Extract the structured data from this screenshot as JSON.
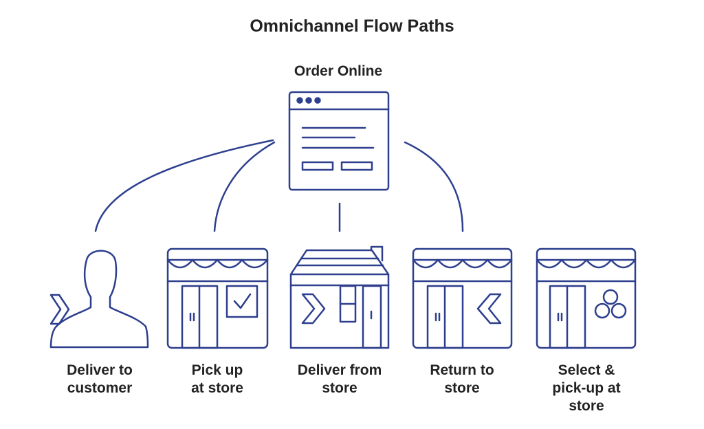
{
  "title": "Omnichannel Flow Paths",
  "source": {
    "label": "Order Online",
    "icon": "browser-window-icon"
  },
  "paths": [
    {
      "lines": [
        "Deliver to",
        "customer"
      ],
      "icon": "customer-silhouette-icon"
    },
    {
      "lines": [
        "Pick up",
        "at store"
      ],
      "icon": "storefront-checkmark-icon"
    },
    {
      "lines": [
        "Deliver from",
        "store"
      ],
      "icon": "store-building-icon"
    },
    {
      "lines": [
        "Return to",
        "store"
      ],
      "icon": "storefront-return-icon"
    },
    {
      "lines": [
        "Select &",
        "pick-up at",
        "store"
      ],
      "icon": "storefront-select-icon"
    }
  ],
  "colors": {
    "stroke": "#2d3f8e",
    "text": "#222222",
    "background": "#ffffff"
  }
}
